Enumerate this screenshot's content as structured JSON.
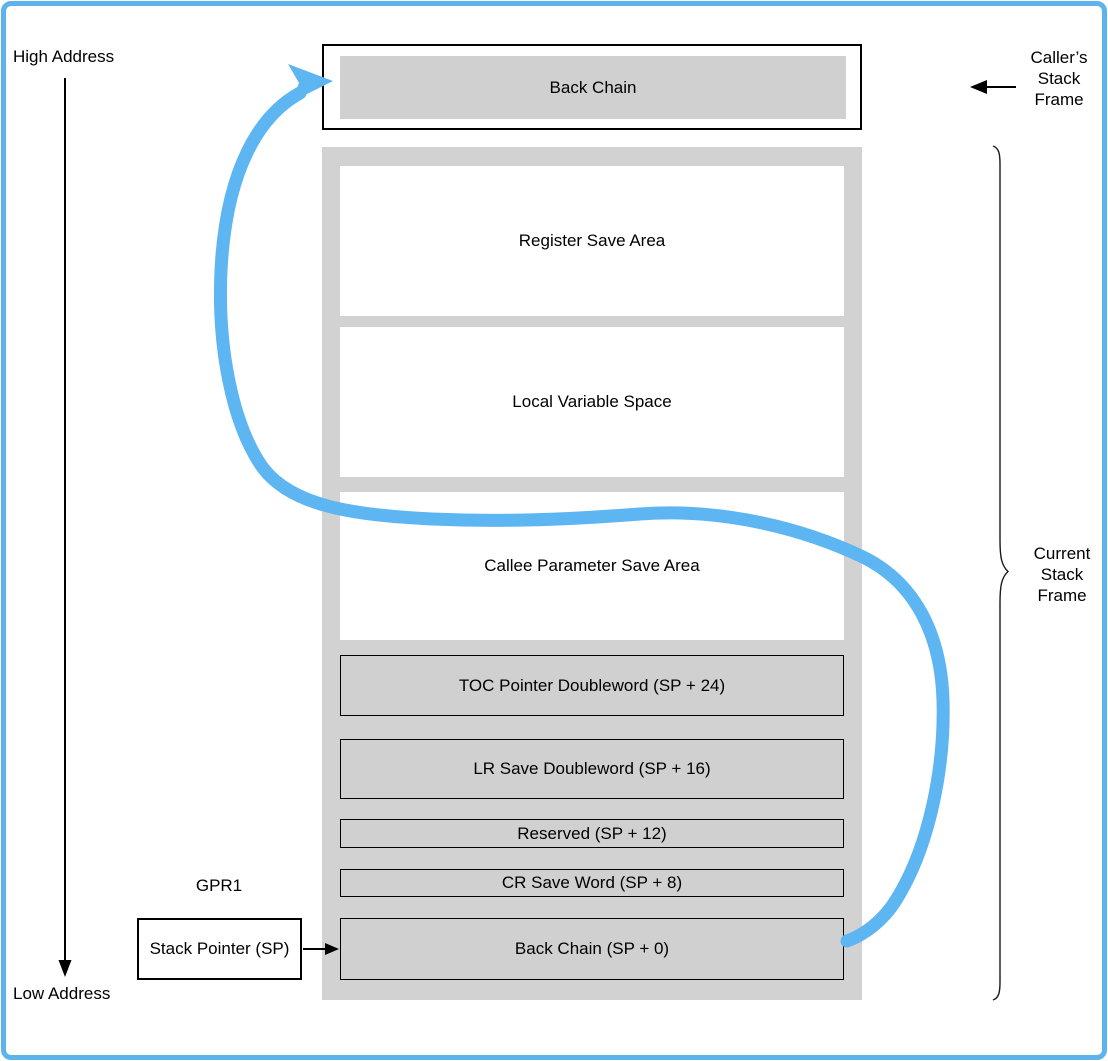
{
  "colors": {
    "accent_blue": "#5db5f2",
    "border_blue": "#5fb3ec",
    "container_gray": "#d2d2d2",
    "box_gray": "#d0d0d0"
  },
  "side_labels": {
    "high_address": "High Address",
    "low_address": "Low Address"
  },
  "caller_frame": {
    "box_label": "Back Chain",
    "annotation_lines": [
      "Caller’s",
      "Stack",
      "Frame"
    ]
  },
  "current_frame": {
    "annotation_lines": [
      "Current",
      "Stack",
      "Frame"
    ]
  },
  "stack": {
    "rows": [
      {
        "label": "Register Save Area",
        "kind": "area"
      },
      {
        "label": "Local Variable Space",
        "kind": "area"
      },
      {
        "label": "Callee Parameter Save Area",
        "kind": "area"
      },
      {
        "label": "TOC Pointer Doubleword (SP + 24)",
        "kind": "slot"
      },
      {
        "label": "LR Save Doubleword (SP + 16)",
        "kind": "slot"
      },
      {
        "label": "Reserved (SP + 12)",
        "kind": "slot"
      },
      {
        "label": "CR Save Word (SP + 8)",
        "kind": "slot"
      },
      {
        "label": "Back Chain (SP + 0)",
        "kind": "slot"
      }
    ]
  },
  "pointer": {
    "register_label": "GPR1",
    "box_label": "Stack Pointer (SP)"
  }
}
